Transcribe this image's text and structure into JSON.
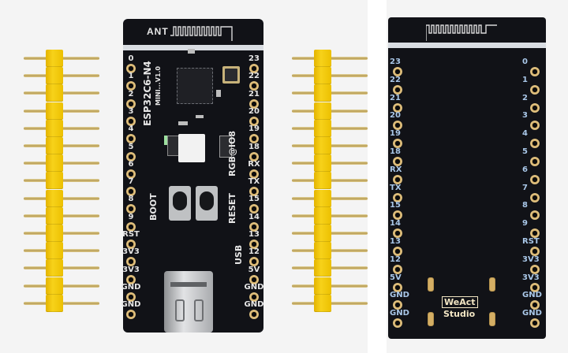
{
  "scene": {
    "description": "Product photo of WeAct Studio ESP32-C6 mini development board: two yellow pin headers, front of board, and back of board",
    "background_color": "#f4f4f4"
  },
  "front_board": {
    "antenna_label": "ANT",
    "module_label": "ESP32C6-N4",
    "version_label": "MINI...V1.0",
    "rgb_label": "RGB@IO8",
    "boot_label": "BOOT",
    "reset_label": "RESET",
    "usb_label": "USB",
    "left_pins": [
      "0",
      "1",
      "2",
      "3",
      "4",
      "5",
      "6",
      "7",
      "8",
      "9",
      "RST",
      "3V3",
      "3V3",
      "GND",
      "GND"
    ],
    "right_pins": [
      "23",
      "22",
      "21",
      "20",
      "19",
      "18",
      "RX",
      "TX",
      "15",
      "14",
      "13",
      "12",
      "5V",
      "GND",
      "GND"
    ]
  },
  "back_board": {
    "left_pins": [
      "23",
      "22",
      "21",
      "20",
      "19",
      "18",
      "RX",
      "TX",
      "15",
      "14",
      "13",
      "12",
      "5V",
      "GND",
      "GND"
    ],
    "right_pins": [
      "0",
      "1",
      "2",
      "3",
      "4",
      "5",
      "6",
      "7",
      "8",
      "9",
      "RST",
      "3V3",
      "3V3",
      "GND",
      "GND"
    ],
    "logo_line1": "WeAct",
    "logo_line2": "Studio"
  },
  "pin_headers": {
    "count": 2,
    "pins_per_header": 15,
    "color": "#f2c80f"
  }
}
